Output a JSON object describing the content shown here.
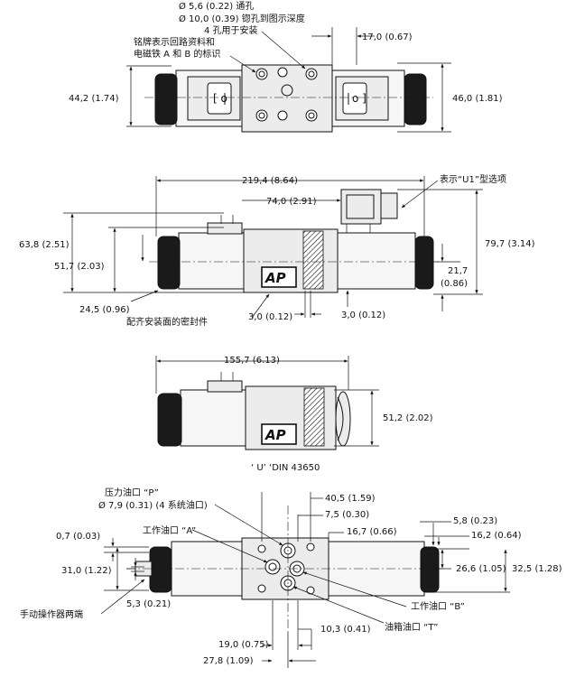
{
  "notes": {
    "hole_through": "Ø  5,6 (0.22) 通孔",
    "counterbore": "Ø  10,0 (0.39) 锪孔到图示深度",
    "four_holes": "4 孔用于安装",
    "nameplate_line1": "铭牌表示回路资料和",
    "nameplate_line2": "电磁铁 A 和 B 的标识",
    "u1_option": "表示“U1”型选项",
    "seal": "配齐安装面的密封件",
    "din": "‘ U’ ‘DIN  43650",
    "manual_override": "手动操作器两端"
  },
  "ports": {
    "p_title": "压力油口 “P”",
    "p_size": "Ø 7,9 (0.31) (4 系统油口)",
    "a_label": "工作油口 “A”",
    "b_label": "工作油口 “B”",
    "t_label": "油箱油口 “T”"
  },
  "dims": {
    "d17_0": "17,0 (0.67)",
    "d44_2": "44,2 (1.74)",
    "d46_0": "46,0 (1.81)",
    "d219_4": "219,4 (8.64)",
    "d74_0": "74,0 (2.91)",
    "d63_8": "63,8 (2.51)",
    "d51_7": "51,7 (2.03)",
    "d79_7": "79,7 (3.14)",
    "d21_7": "21,7",
    "d0_86": "(0.86)",
    "d24_5": "24,5 (0.96)",
    "d3_0": "3,0 (0.12)",
    "d155_7": "155,7 (6.13)",
    "d51_2": "51,2 (2.02)",
    "d40_5": "40,5 (1.59)",
    "d7_5": "7,5 (0.30)",
    "d16_7": "16,7 (0.66)",
    "d5_8": "5,8 (0.23)",
    "d16_2": "16,2 (0.64)",
    "d26_6": "26,6 (1.05)",
    "d32_5": "32,5 (1.28)",
    "d0_7": "0,7 (0.03)",
    "d31_0": "31,0 (1.22)",
    "d5_3": "5,3 (0.21)",
    "d10_3": "10,3 (0.41)",
    "d19_0": "19,0 (0.75)",
    "d27_8": "27,8 (1.09)"
  }
}
